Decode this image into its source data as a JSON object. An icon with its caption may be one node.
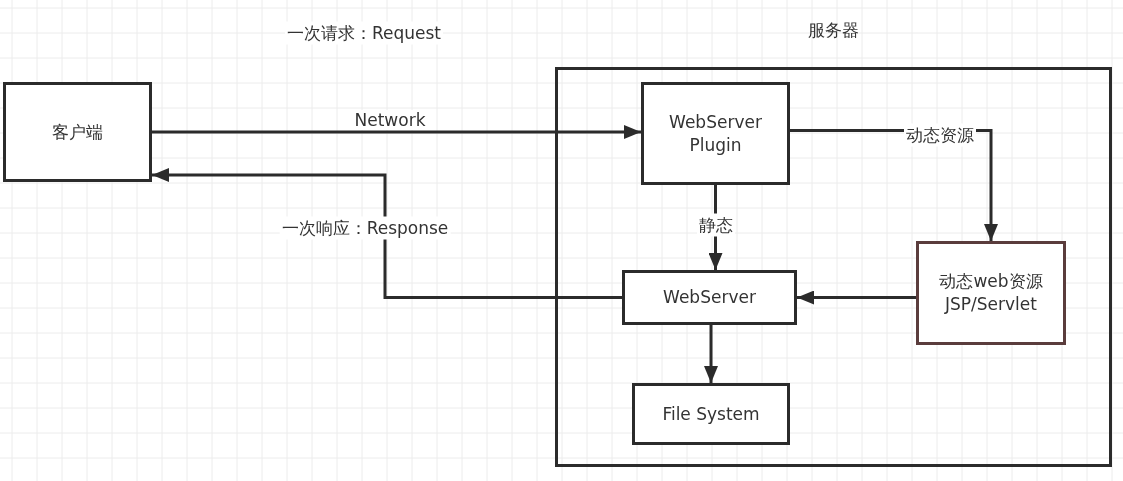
{
  "diagram": {
    "nodes": [
      {
        "text": [
          "客户端"
        ]
      },
      {
        "text": [
          "服务器"
        ]
      },
      {
        "text": [
          "WebServer Plugin"
        ],
        "in": 1
      },
      {
        "text": [
          "WebServer"
        ],
        "in": 1
      },
      {
        "text": [
          "File System"
        ],
        "in": 1
      },
      {
        "text": [
          "动态web资源 JSP/Servlet"
        ],
        "in": 1
      }
    ],
    "edges": [
      {
        "from": 0,
        "to": 2,
        "arrow": "to",
        "label": "Network"
      },
      {
        "from": 3,
        "to": 0,
        "arrow": "to",
        "label": "一次响应：Response"
      },
      {
        "from": 2,
        "to": 5,
        "arrow": "to",
        "label": "动态资源"
      },
      {
        "from": 2,
        "to": 3,
        "arrow": "to",
        "label": "静态"
      },
      {
        "from": 5,
        "to": 3,
        "arrow": "to"
      },
      {
        "from": 3,
        "to": 4,
        "arrow": "to"
      }
    ],
    "labels": [
      "一次请求：Request"
    ]
  }
}
